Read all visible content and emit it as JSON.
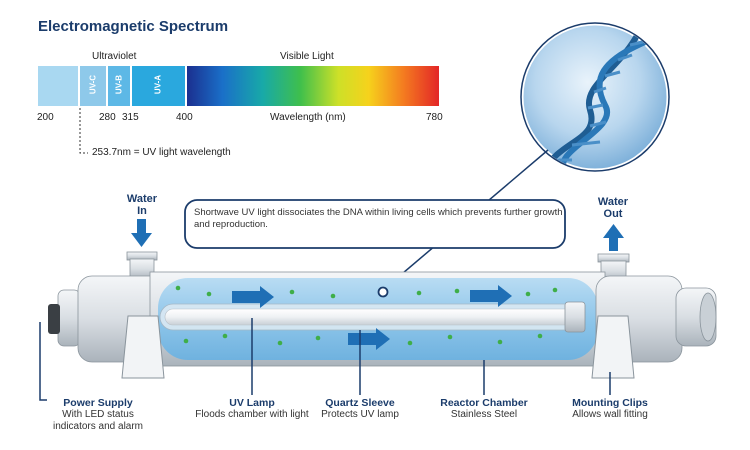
{
  "spectrum": {
    "title": "Electromagnetic Spectrum",
    "ultraviolet_label": "Ultraviolet",
    "visible_label": "Visible Light",
    "bands": [
      "UV-C",
      "UV-B",
      "UV-A"
    ],
    "ticks": [
      "200",
      "280",
      "315",
      "400",
      "780"
    ],
    "axis_label": "Wavelength (nm)",
    "annotation": "253.7nm = UV light wavelength",
    "colors": {
      "uv_c": "#8ec9ea",
      "uv_b": "#5db8e6",
      "uv_a": "#2aa8de",
      "visible_gradient": [
        "#1b2f8f",
        "#1a6fc8",
        "#18a9a8",
        "#3fbf4c",
        "#cde028",
        "#f6d21c",
        "#f47b20",
        "#e32627"
      ]
    }
  },
  "flow": {
    "inlet": [
      "Water",
      "In"
    ],
    "outlet": [
      "Water",
      "Out"
    ]
  },
  "callout": {
    "text": "Shortwave UV light dissociates the DNA within living cells which prevents further growth and reproduction."
  },
  "components": [
    {
      "title": "Power Supply",
      "desc": [
        "With LED status",
        "indicators and alarm"
      ]
    },
    {
      "title": "UV Lamp",
      "desc": [
        "Floods chamber with light"
      ]
    },
    {
      "title": "Quartz Sleeve",
      "desc": [
        "Protects UV lamp"
      ]
    },
    {
      "title": "Reactor Chamber",
      "desc": [
        "Stainless Steel"
      ]
    },
    {
      "title": "Mounting Clips",
      "desc": [
        "Allows wall fitting"
      ]
    }
  ],
  "colors": {
    "navy": "#1b3c6b",
    "water": "#8fc6ea",
    "arrow": "#1f6fb5",
    "dot": "#3fae49"
  }
}
